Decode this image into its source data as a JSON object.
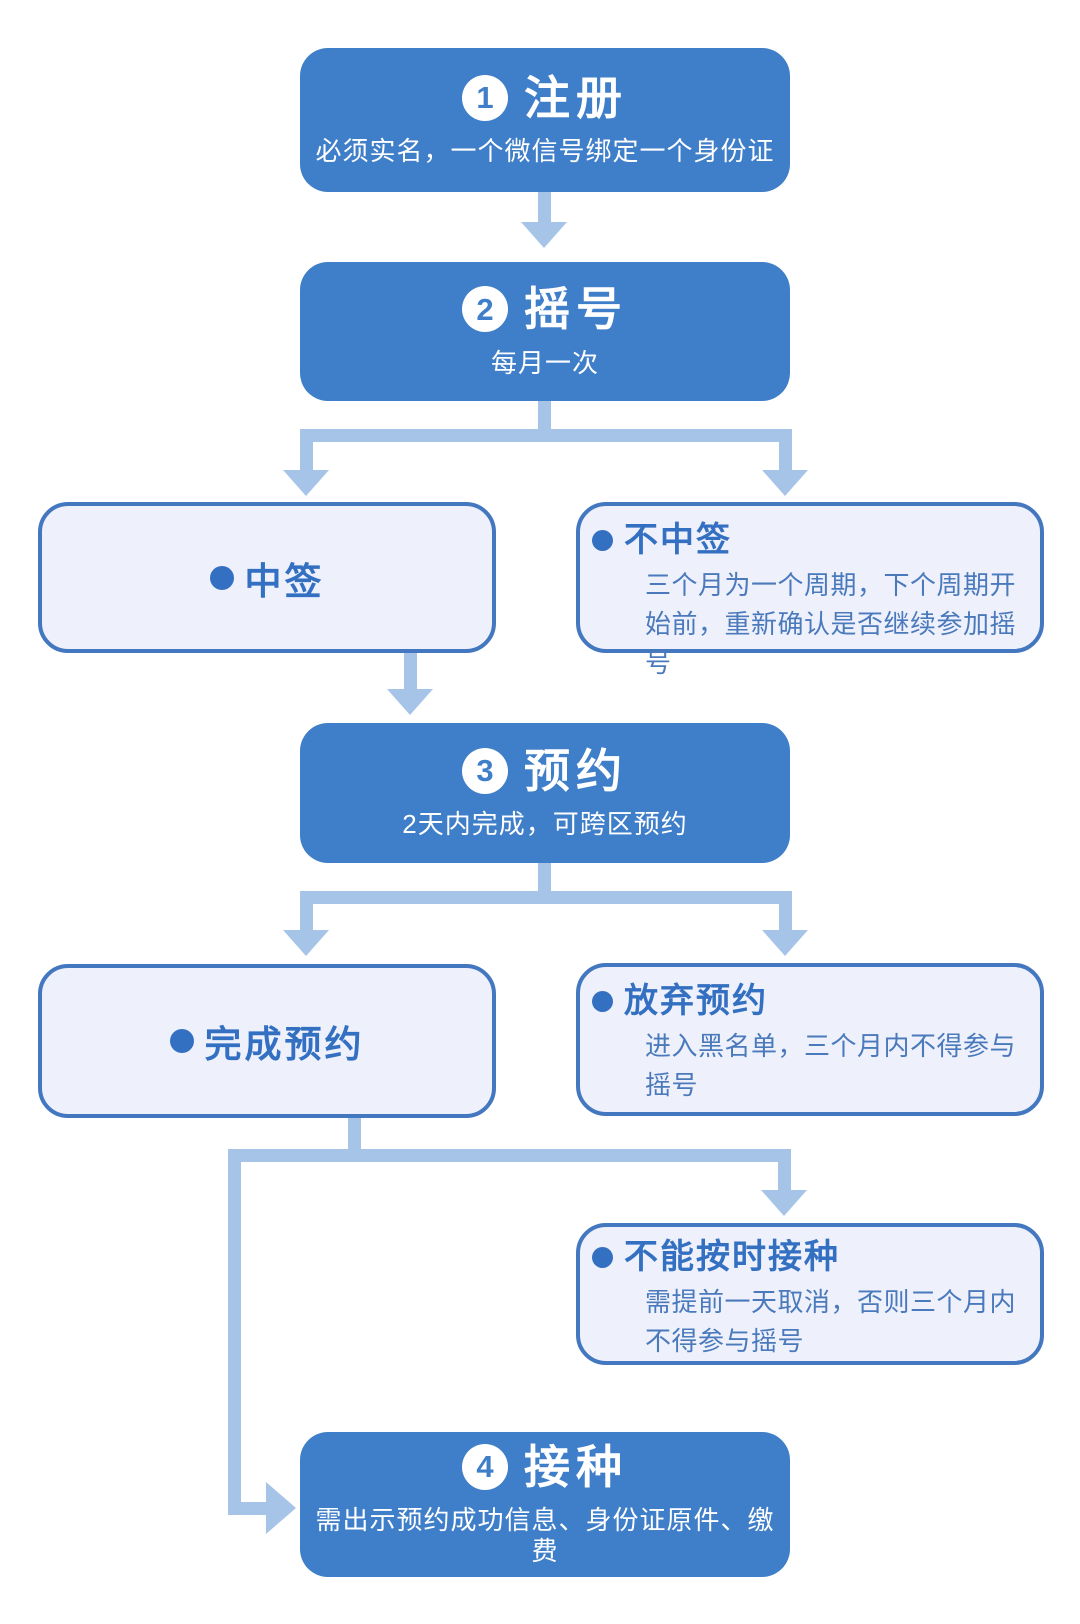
{
  "colors": {
    "primary_box_bg": "#3f7ec8",
    "primary_box_text": "#ffffff",
    "connector": "#a6c4e8",
    "outline_box_bg": "#eef0fb",
    "outline_box_border": "#4377c0",
    "outline_title": "#3470c2",
    "outline_body": "#4a7abc"
  },
  "icons": {
    "bullet": "filled-circle",
    "arrow": "solid-triangle"
  },
  "flow": {
    "step1": {
      "number": "1",
      "title": "注册",
      "subtitle": "必须实名，一个微信号绑定一个身份证"
    },
    "step2": {
      "number": "2",
      "title": "摇号",
      "subtitle": "每月一次"
    },
    "branch_win": {
      "title": "中签"
    },
    "branch_lose": {
      "title": "不中签",
      "body": "三个月为一个周期，下个周期开始前，重新确认是否继续参加摇号"
    },
    "step3": {
      "number": "3",
      "title": "预约",
      "subtitle": "2天内完成，可跨区预约"
    },
    "branch_complete": {
      "title": "完成预约"
    },
    "branch_abandon": {
      "title": "放弃预约",
      "body": "进入黑名单，三个月内不得参与摇号"
    },
    "branch_miss": {
      "title": "不能按时接种",
      "body": "需提前一天取消，否则三个月内不得参与摇号"
    },
    "step4": {
      "number": "4",
      "title": "接种",
      "subtitle": "需出示预约成功信息、身份证原件、缴费"
    }
  }
}
